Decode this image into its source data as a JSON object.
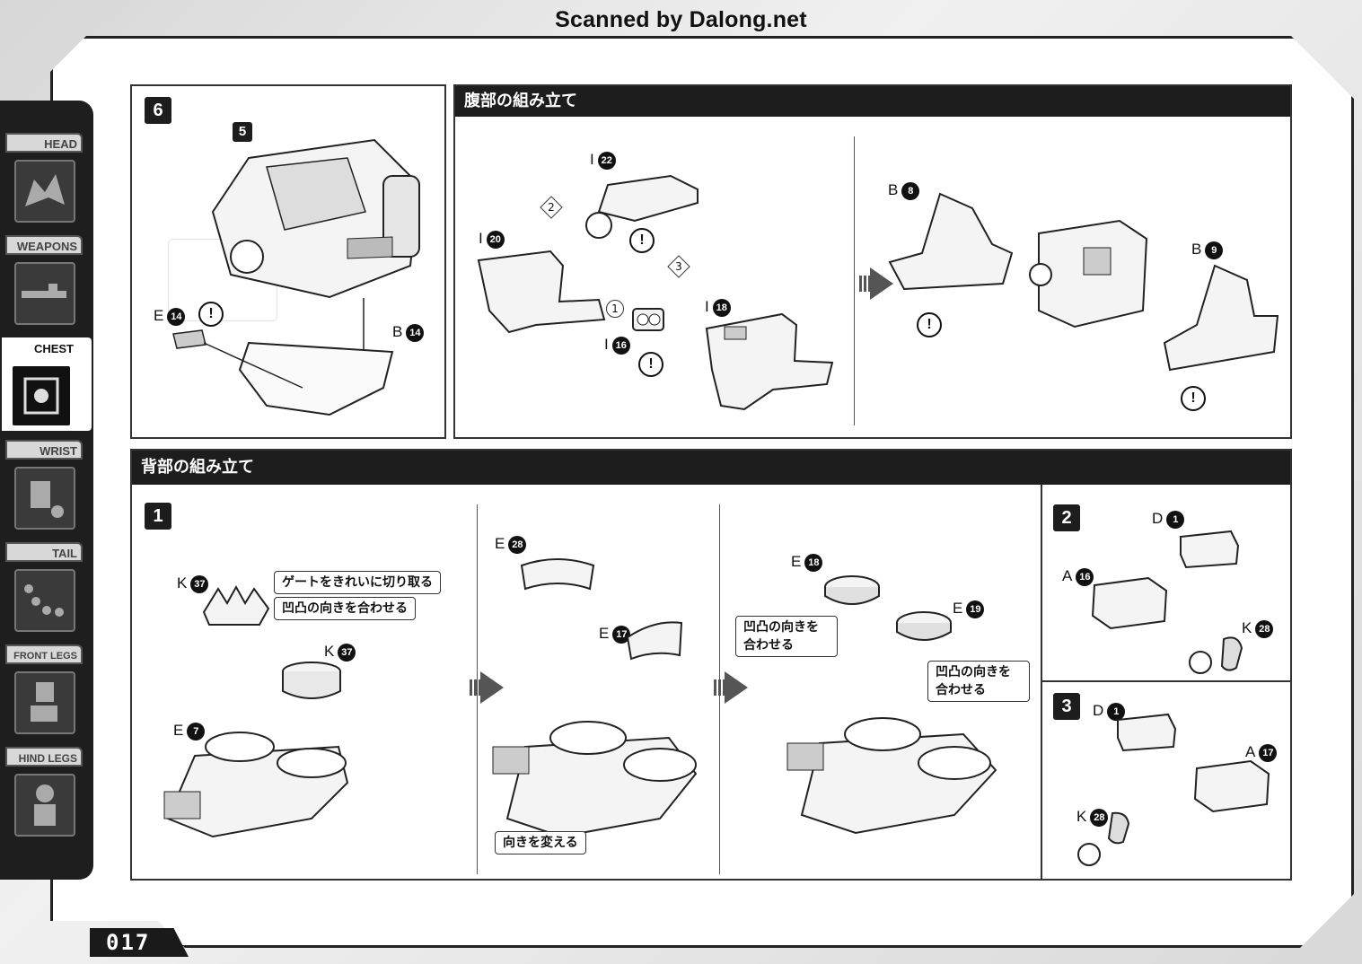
{
  "scanned_by": "Scanned by Dalong.net",
  "page_number": "017",
  "sidebar": {
    "tabs": [
      {
        "label": "HEAD",
        "icon": "head-icon",
        "active": false
      },
      {
        "label": "WEAPONS",
        "icon": "weapons-icon",
        "active": false
      },
      {
        "label": "CHEST",
        "icon": "chest-icon",
        "active": true
      },
      {
        "label": "WRIST",
        "icon": "wrist-icon",
        "active": false
      },
      {
        "label": "TAIL",
        "icon": "tail-icon",
        "active": false
      },
      {
        "label": "FRONT LEGS",
        "icon": "front-legs-icon",
        "active": false
      },
      {
        "label": "HIND LEGS",
        "icon": "hind-legs-icon",
        "active": false
      }
    ]
  },
  "step6": {
    "step": "6",
    "sub_step": "5",
    "parts": [
      {
        "letter": "E",
        "num": "14"
      },
      {
        "letter": "B",
        "num": "14"
      }
    ]
  },
  "belly": {
    "title": "腹部の組み立て",
    "order": [
      "1",
      "2",
      "3"
    ],
    "parts": [
      {
        "letter": "I",
        "num": "22"
      },
      {
        "letter": "I",
        "num": "20"
      },
      {
        "letter": "I",
        "num": "16"
      },
      {
        "letter": "I",
        "num": "18"
      },
      {
        "letter": "B",
        "num": "8"
      },
      {
        "letter": "B",
        "num": "9"
      }
    ]
  },
  "back": {
    "title": "背部の組み立て",
    "step1": {
      "step": "1",
      "notes": [
        "ゲートをきれいに切り取る",
        "凹凸の向きを合わせる"
      ],
      "parts": [
        {
          "letter": "K",
          "num": "37"
        },
        {
          "letter": "K",
          "num": "37"
        },
        {
          "letter": "E",
          "num": "7"
        }
      ]
    },
    "step1b": {
      "note": "向きを変える",
      "parts": [
        {
          "letter": "E",
          "num": "28"
        },
        {
          "letter": "E",
          "num": "17"
        }
      ]
    },
    "step1c": {
      "notes": [
        "凹凸の向きを合わせる",
        "凹凸の向きを合わせる"
      ],
      "parts": [
        {
          "letter": "E",
          "num": "18"
        },
        {
          "letter": "E",
          "num": "19"
        }
      ]
    },
    "step2": {
      "step": "2",
      "parts": [
        {
          "letter": "D",
          "num": "1"
        },
        {
          "letter": "A",
          "num": "16"
        },
        {
          "letter": "K",
          "num": "28"
        }
      ]
    },
    "step3": {
      "step": "3",
      "parts": [
        {
          "letter": "D",
          "num": "1"
        },
        {
          "letter": "A",
          "num": "17"
        },
        {
          "letter": "K",
          "num": "28"
        }
      ]
    }
  }
}
